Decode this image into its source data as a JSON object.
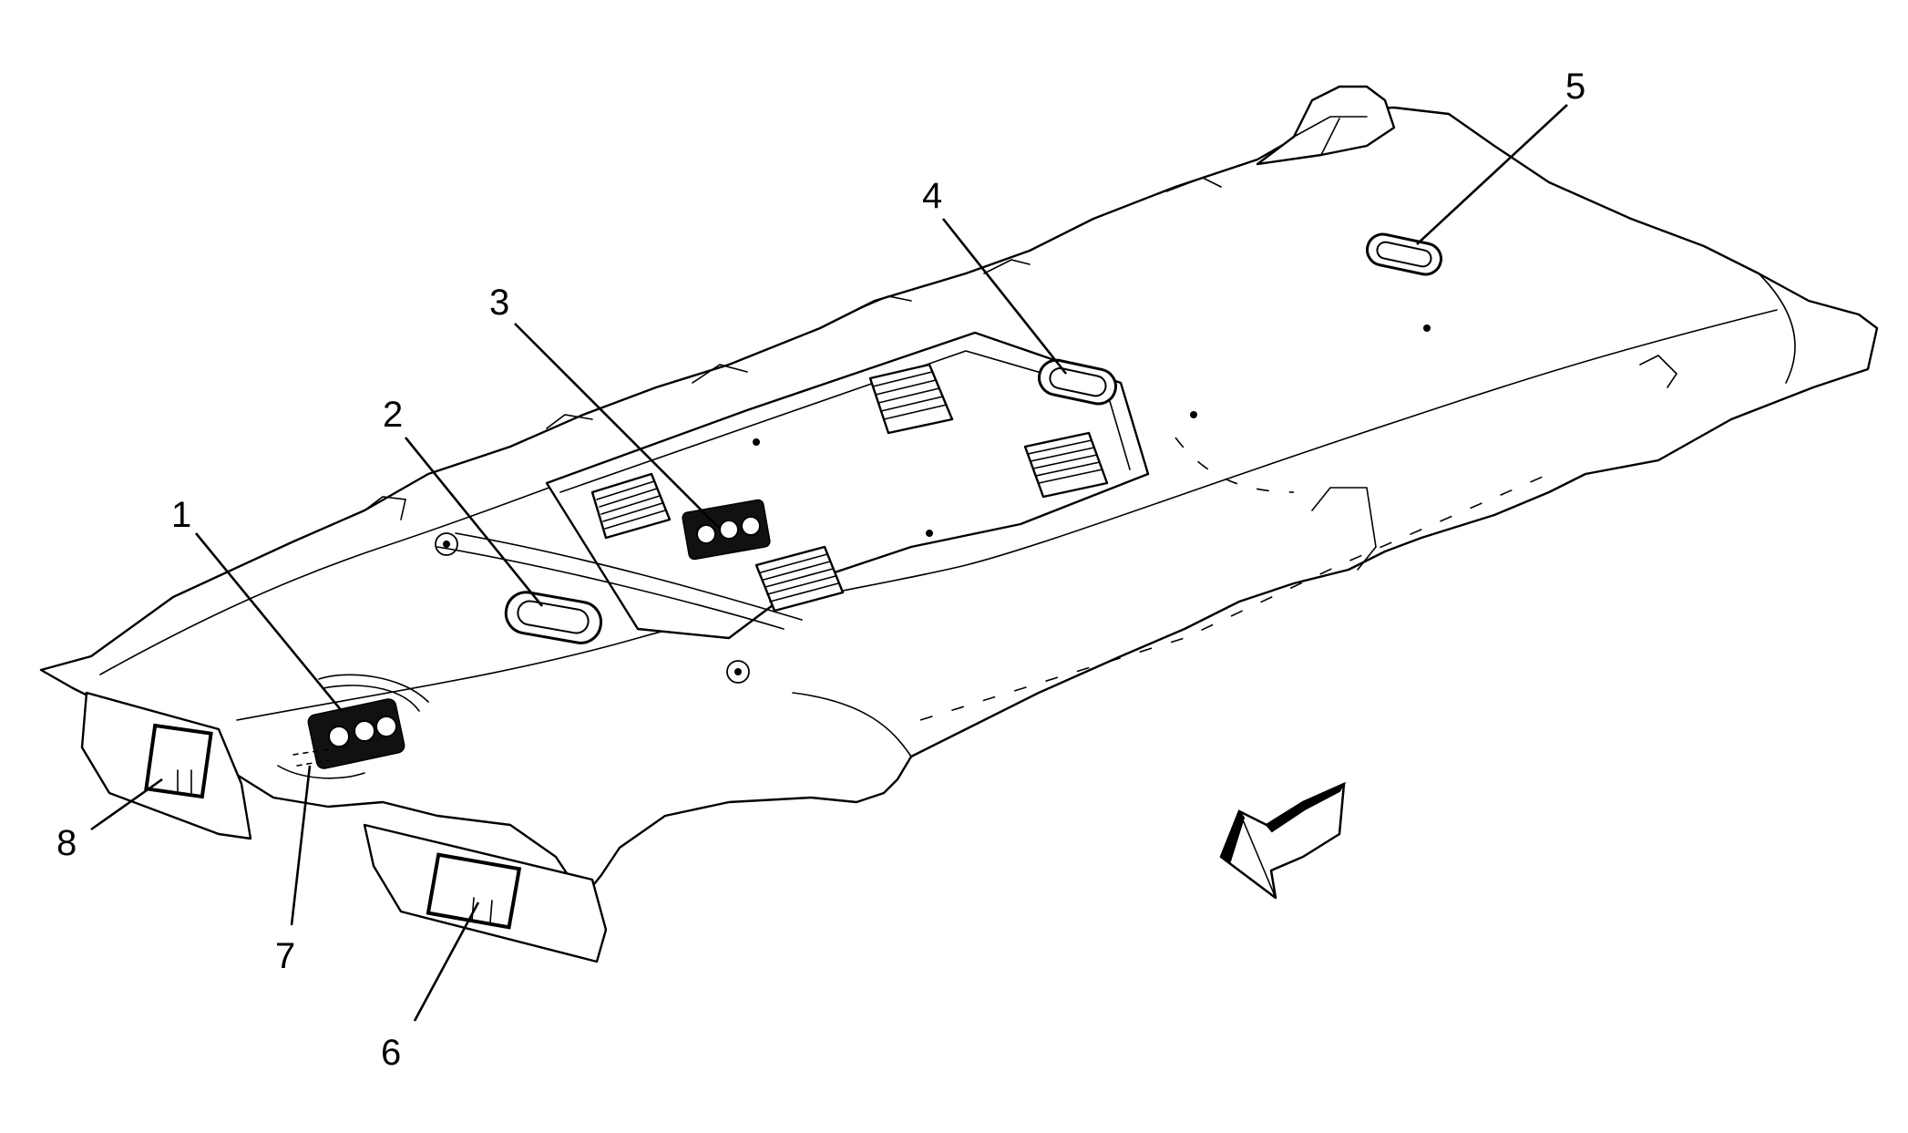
{
  "diagram": {
    "callouts": [
      {
        "id": "1",
        "label": "1"
      },
      {
        "id": "2",
        "label": "2"
      },
      {
        "id": "3",
        "label": "3"
      },
      {
        "id": "4",
        "label": "4"
      },
      {
        "id": "5",
        "label": "5"
      },
      {
        "id": "6",
        "label": "6"
      },
      {
        "id": "7",
        "label": "7"
      },
      {
        "id": "8",
        "label": "8"
      }
    ],
    "colors": {
      "line": "#000000",
      "background": "#ffffff"
    },
    "icons": [
      "vehicle-front-direction-arrow-icon"
    ]
  }
}
